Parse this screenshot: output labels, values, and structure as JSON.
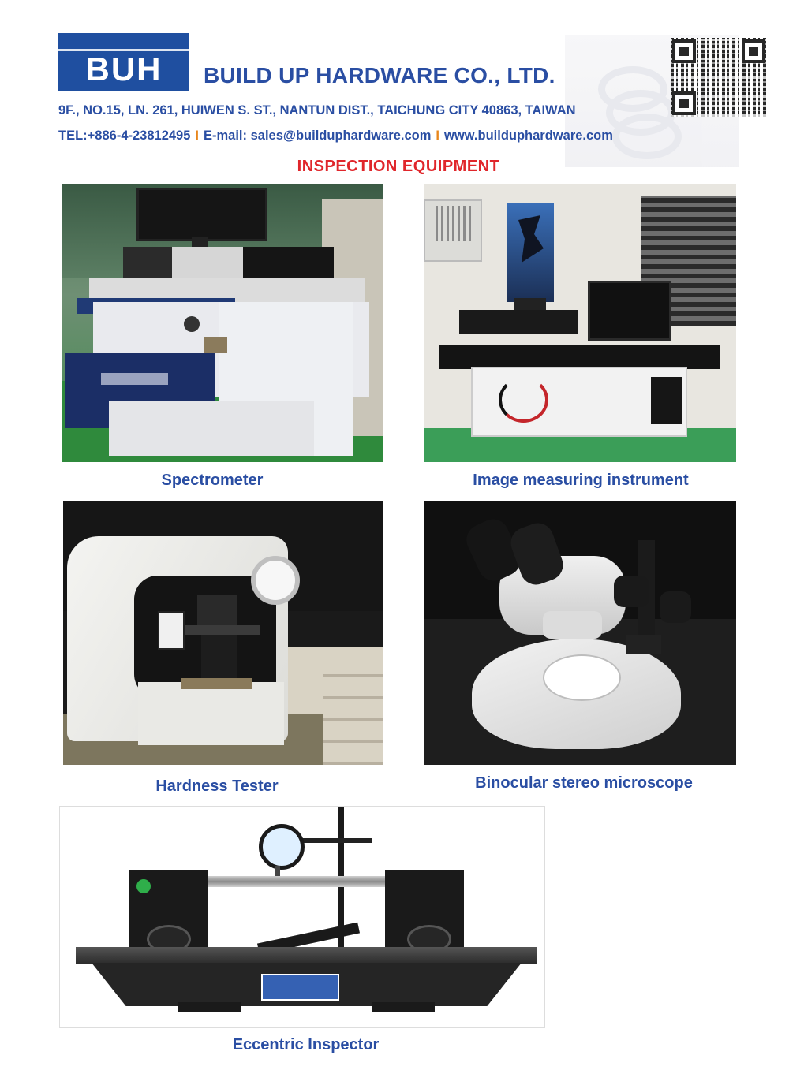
{
  "header": {
    "logo_text": "BUH",
    "company_name": "BUILD UP HARDWARE CO., LTD.",
    "address": "9F., NO.15, LN. 261, HUIWEN S. ST., NANTUN DIST., TAICHUNG CITY 40863, TAIWAN",
    "tel": "TEL:+886-4-23812495",
    "email": "E-mail: sales@builduphardware.com",
    "website": "www.builduphardware.com",
    "separator": "I"
  },
  "section_title": "INSPECTION  EQUIPMENT",
  "equipment": [
    {
      "caption": "Spectrometer"
    },
    {
      "caption": "Image measuring instrument"
    },
    {
      "caption": "Hardness Tester"
    },
    {
      "caption": "Binocular stereo microscope"
    },
    {
      "caption": "Eccentric Inspector"
    }
  ],
  "colors": {
    "brand_blue": "#1f4fa0",
    "text_blue": "#2a4ea3",
    "title_red": "#e0262b",
    "separator_orange": "#e8861c"
  }
}
